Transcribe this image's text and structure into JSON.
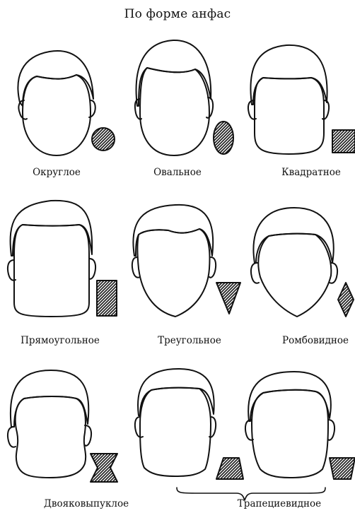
{
  "page": {
    "title": "По форме анфас"
  },
  "shapes": [
    {
      "id": "round",
      "label": "Округлое"
    },
    {
      "id": "oval",
      "label": "Овальное"
    },
    {
      "id": "square",
      "label": "Квадратное"
    },
    {
      "id": "rectangular",
      "label": "Прямоугольное"
    },
    {
      "id": "triangular",
      "label": "Треугольное"
    },
    {
      "id": "rhombic",
      "label": "Ромбовидное"
    },
    {
      "id": "biconvex",
      "label": "Двояковыпуклое"
    },
    {
      "id": "trapezoid",
      "label": "Трапециевидное"
    }
  ],
  "colors": {
    "ink": "#111111",
    "hatch": "#111111",
    "paper": "#ffffff"
  }
}
